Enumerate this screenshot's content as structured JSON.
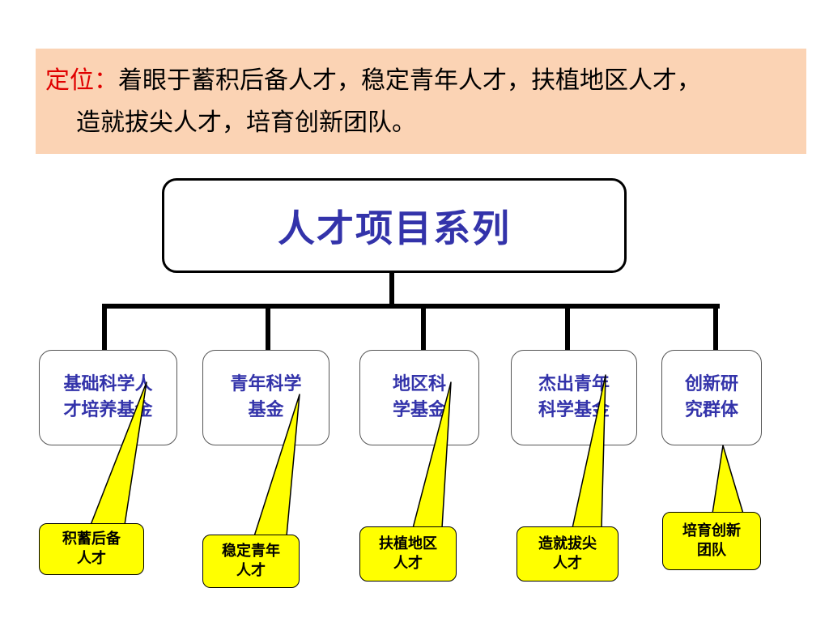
{
  "banner": {
    "label": "定位：",
    "line1": "着眼于蓄积后备人才，稳定青年人才，扶植地区人才，",
    "line2": "造就拔尖人才，培育创新团队。"
  },
  "root": {
    "label": "人才项目系列"
  },
  "children": [
    {
      "line1": "基础科学人",
      "line2": "才培养基金"
    },
    {
      "line1": "青年科学",
      "line2": "基金"
    },
    {
      "line1": "地区科",
      "line2": "学基金"
    },
    {
      "line1": "杰出青年",
      "line2": "科学基金"
    },
    {
      "line1": "创新研",
      "line2": "究群体"
    }
  ],
  "callouts": [
    {
      "line1": "积蓄后备",
      "line2": "人才"
    },
    {
      "line1": "稳定青年",
      "line2": "人才"
    },
    {
      "line1": "扶植地区",
      "line2": "人才"
    },
    {
      "line1": "造就拔尖",
      "line2": "人才"
    },
    {
      "line1": "培育创新",
      "line2": "团队"
    }
  ],
  "colors": {
    "banner_bg": "#fbd3b4",
    "label_red": "#e00000",
    "node_text_blue": "#3333aa",
    "callout_yellow": "#ffff00"
  }
}
